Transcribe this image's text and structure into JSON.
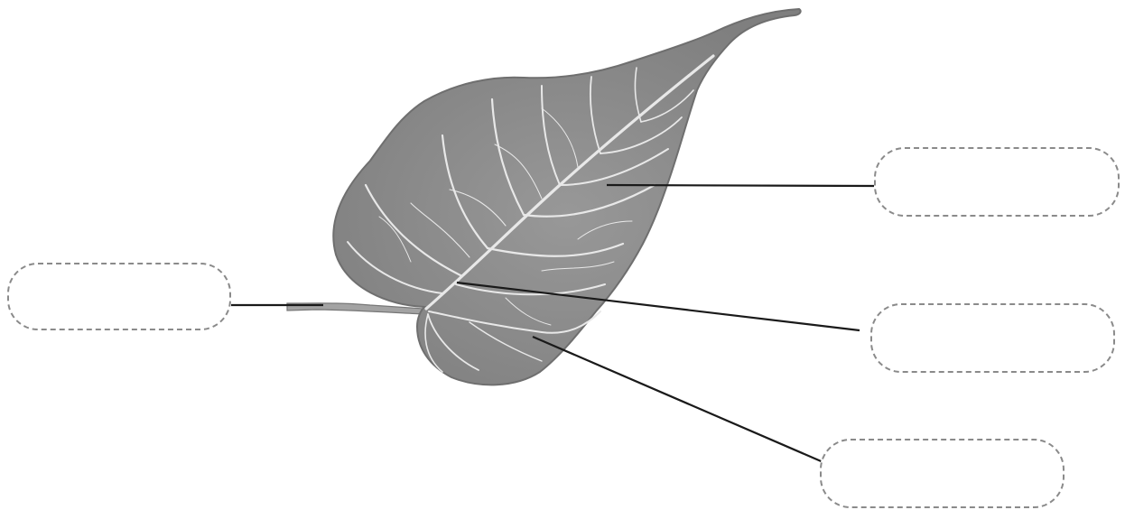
{
  "diagram": {
    "subject": "leaf",
    "label_boxes": [
      {
        "id": "box-left",
        "text": ""
      },
      {
        "id": "box-r1",
        "text": ""
      },
      {
        "id": "box-r2",
        "text": ""
      },
      {
        "id": "box-r3",
        "text": ""
      }
    ]
  },
  "colors": {
    "leaf_fill": "#8e8e8e",
    "leaf_edge": "#6f6f6f",
    "vein": "#e8e8e8",
    "leader_line": "#1a1a1a",
    "box_border": "#8a8a8a"
  }
}
